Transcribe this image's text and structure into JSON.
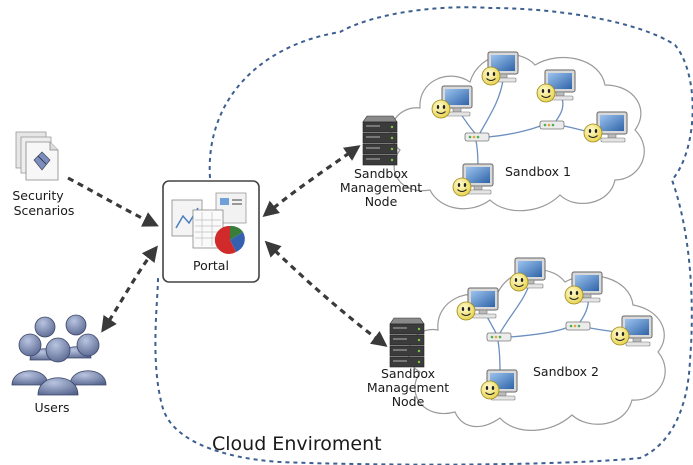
{
  "cloud": {
    "label": "Cloud Enviroment"
  },
  "portal": {
    "label": "Portal"
  },
  "security_scenarios": {
    "line1": "Security",
    "line2": "Scenarios"
  },
  "users": {
    "label": "Users"
  },
  "management_nodes": [
    {
      "line1": "Sandbox",
      "line2": "Management",
      "line3": "Node"
    },
    {
      "line1": "Sandbox",
      "line2": "Management",
      "line3": "Node"
    }
  ],
  "sandboxes": [
    {
      "label": "Sandbox 1"
    },
    {
      "label": "Sandbox 2"
    }
  ],
  "colors": {
    "cloud_border": "#3d5f8f",
    "arrow": "#3a3a3a",
    "monitor_screen": "#4a7fbf",
    "smiley": "#f3e46c",
    "server": "#3b3b3b",
    "user_icon": "#6f7fa8"
  },
  "icons": [
    "document-stack-icon",
    "users-group-icon",
    "portal-charts-icon",
    "server-rack-icon",
    "computer-icon",
    "smiley-icon",
    "network-switch-icon"
  ]
}
